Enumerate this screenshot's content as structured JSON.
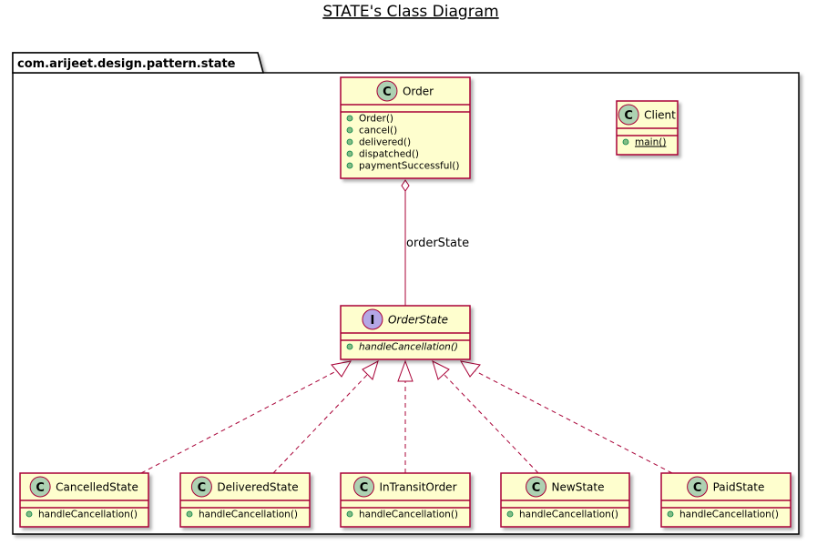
{
  "title": "STATE's Class Diagram",
  "package": {
    "name": "com.arijeet.design.pattern.state"
  },
  "classes": {
    "order": {
      "badge": "C",
      "name": "Order",
      "methods": [
        "Order()",
        "cancel()",
        "delivered()",
        "dispatched()",
        "paymentSuccessful()"
      ]
    },
    "client": {
      "badge": "C",
      "name": "Client",
      "methods": [
        "main()"
      ]
    },
    "order_state": {
      "badge": "I",
      "name": "OrderState",
      "methods": [
        "handleCancellation()"
      ]
    },
    "cancelled_state": {
      "badge": "C",
      "name": "CancelledState",
      "methods": [
        "handleCancellation()"
      ]
    },
    "delivered_state": {
      "badge": "C",
      "name": "DeliveredState",
      "methods": [
        "handleCancellation()"
      ]
    },
    "in_transit_order": {
      "badge": "C",
      "name": "InTransitOrder",
      "methods": [
        "handleCancellation()"
      ]
    },
    "new_state": {
      "badge": "C",
      "name": "NewState",
      "methods": [
        "handleCancellation()"
      ]
    },
    "paid_state": {
      "badge": "C",
      "name": "PaidState",
      "methods": [
        "handleCancellation()"
      ]
    }
  },
  "relations": {
    "aggregation_label": "orderState"
  },
  "colors": {
    "class_fill": "#FEFECE",
    "border": "#A80036",
    "class_badge": "#ADD1B2",
    "interface_badge": "#B4A7E5",
    "method_dot": "#84BE84"
  }
}
